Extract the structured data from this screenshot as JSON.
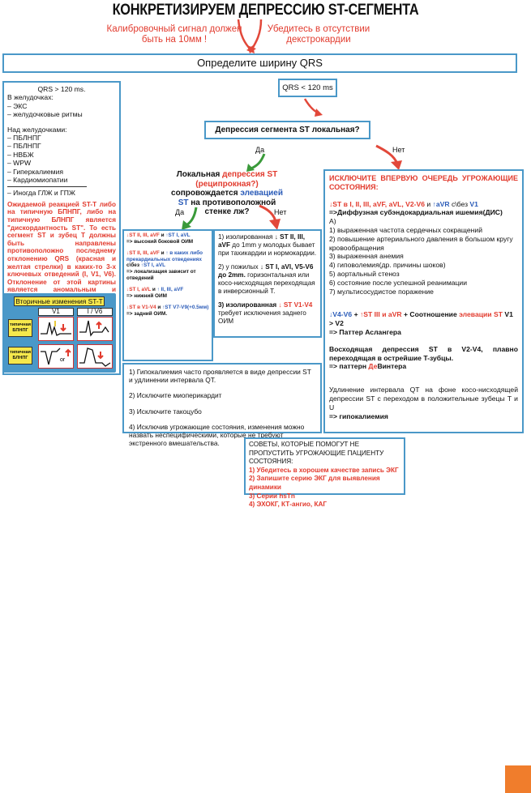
{
  "title": "КОНКРЕТИЗИРУЕМ ДЕПРЕССИЮ ST-СЕГМЕНТА",
  "notes": {
    "calibration_1": "Калибровочный сигнал должен",
    "calibration_2": "быть на 10мм !",
    "dextro_1": "Убедитесь в отсутствии",
    "dextro_2": "декстрокардии"
  },
  "qrs_width": "Определите ширину QRS",
  "left_box": {
    "header": "QRS > 120 ms.",
    "ventricular_title": "В желудочках:",
    "ventricular": [
      "– ЭКС",
      "– желудочковые ритмы"
    ],
    "supra_title": "Над желудочками:",
    "supra": [
      "– ПБЛНПГ",
      "– ПБЛНПГ",
      "– НВБЖ",
      "– WPW",
      "– Гиперкалиемия",
      "– Кардиомиопатии"
    ],
    "sometimes": "– Иногда ГЛЖ и ГПЖ",
    "red_text": "Ожидаемой реакцией ST-T либо на типичную БПНПГ, либо на типичную БЛНПГ является \"дискордантность ST\". То есть сегмент ST и зубец T должны быть направлены противоположно последнему отклонению QRS (красная и желтая стрелки) в каких-то 3-х ключевых отведений (I, V1, V6). Отклонение от этой картины является аномальным и указывает на первичные изменения ST-T (что предполагает ишемию или инфаркт)."
  },
  "secondary": {
    "title": "Вторичные изменения ST-T",
    "col_v1": "V1",
    "col_i_v6": "I / V6",
    "row1": "типичная БПНПГ",
    "row2": "типичная БЛНПГ",
    "or": "or"
  },
  "qrs_lt": "QRS < 120 ms",
  "local_q": "Депрессия сегмента ST локальная?",
  "yes": "Да",
  "no": "Нет",
  "recip_q": {
    "l1a": "Локальная ",
    "l1b": "депрессия ST",
    "l2": "(реципрокная?)",
    "l3a": "сопровождается ",
    "l3b": "элевацией",
    "l4a": "ST",
    "l4b": " на противоположной",
    "l5": "стенке лж?"
  },
  "box_yes": {
    "b1a": "↓ST II, III, aVF",
    "b1b": " и ",
    "b1c": "↑ST I, aVL",
    "b1d": "=> высокий боковой ОИМ",
    "b2a": "↓ST II, III, aVF",
    "b2b": " и ",
    "b2c": "↑ в каких либо прекардиальных отведениях",
    "b2d": "с\\без ",
    "b2e": "↑ST I, aVL",
    "b2f": "=> локализация зависит от отведений",
    "b3a": "↓ST I, aVL",
    "b3b": " и ",
    "b3c": "↑ II, III, aVF",
    "b3d": "=> нижний ОИМ",
    "b4a": "↓ST в V1-V4",
    "b4b": " и ",
    "b4c": "↑ST V7-V9(+0.5мм)",
    "b4d": "=> задний ОИМ."
  },
  "box_no": {
    "p1a": "1) изолированная ",
    "p1b": "↓ ST II, III, aVF",
    "p1c": " до 1mm у молодых бывает при тахикардии и нормокардии.",
    "p2a": "2) у пожилых ",
    "p2b": "↓ ST I, aVl, V5-V6 до 2mm.",
    "p2c": " горизонтальная или косо-нисходящая переходящая в инверсионный T.",
    "p3a": "3) изолированная ",
    "p3b": "↓ ST V1-V4",
    "p3c": " требует исключения заднего ОИМ"
  },
  "box_right": {
    "header": "ИСКЛЮЧИТЕ ВПЕРВУЮ ОЧЕРЕДЬ УГРОЖАЮЩИЕ СОСТОЯНИЯ:",
    "dis_a": "↓ST в I, II, III, aVF, aVL, V2-V6",
    "dis_b": " и ",
    "dis_c": "↑aVR",
    "dis_d": " с\\без ",
    "dis_e": "V1",
    "dis_f": "=>Диффузная субэндокардиальная ишемия(ДИС)",
    "dis_g": "A)",
    "causes": [
      "1) выраженная частота сердечных сокращений",
      "2) повышение артериального давления в большом кругу кровообращения",
      "3) выраженная анемия",
      "4) гиповолемия(др. причины шоков)",
      "5) аортальный стеноз",
      "6) состояние после успешной реанимации",
      "7) мультисосудистое поражение"
    ],
    "asl_a": "↓V4-V6",
    "asl_b": " + ",
    "asl_c": "↑ST III и aVR",
    "asl_d": " + Соотношение ",
    "asl_e": "элевации ST",
    "asl_f": " V1 > V2",
    "asl_g": "=> Паттер Аслангера",
    "dew_a": "Восходящая депрессия ST в V2-V4, плавно переходящая в острейшие T-зубцы.",
    "dew_b": "=> паттерн ",
    "dew_c": "Де",
    "dew_d": "Винтера",
    "hypo_a": "Удлинение интервала QT на фоне косо-нисходящей депрессии ST с переходом в положительные зубецы T и U",
    "hypo_b": "=> гипокалиемия"
  },
  "box_bottom": [
    "1) Гипокалиемия часто проявляется в виде депрессии ST и удлинении интервала QT.",
    "2) Исключите миоперикардит",
    "3) Исключите такоцубо",
    "4) Исключив угрожающие состояния, изменения можно назвать неспецифическими, которые не требуют экстренного вмешательства."
  ],
  "tips": {
    "header": "СОВЕТЫ, КОТОРЫЕ ПОМОГУТ НЕ ПРОПУСТИТЬ УГРОЖАЮЩИЕ ПАЦИЕНТУ СОСТОЯНИЯ:",
    "items": [
      "1) Убедитесь в хорошем качестве запись ЭКГ",
      "2) Запишите серию ЭКГ для выявления динамики",
      "3) Серии hsTn",
      "4) ЭХОКГ, КТ-ангио, КАГ"
    ]
  },
  "colors": {
    "border": "#4a98c8",
    "red": "#e23b2e",
    "blue": "#2a5bb8",
    "arrow_green": "#3a9a3a",
    "arrow_red": "#e2483a",
    "yellow": "#f6e84c",
    "orange": "#f07d2c"
  }
}
